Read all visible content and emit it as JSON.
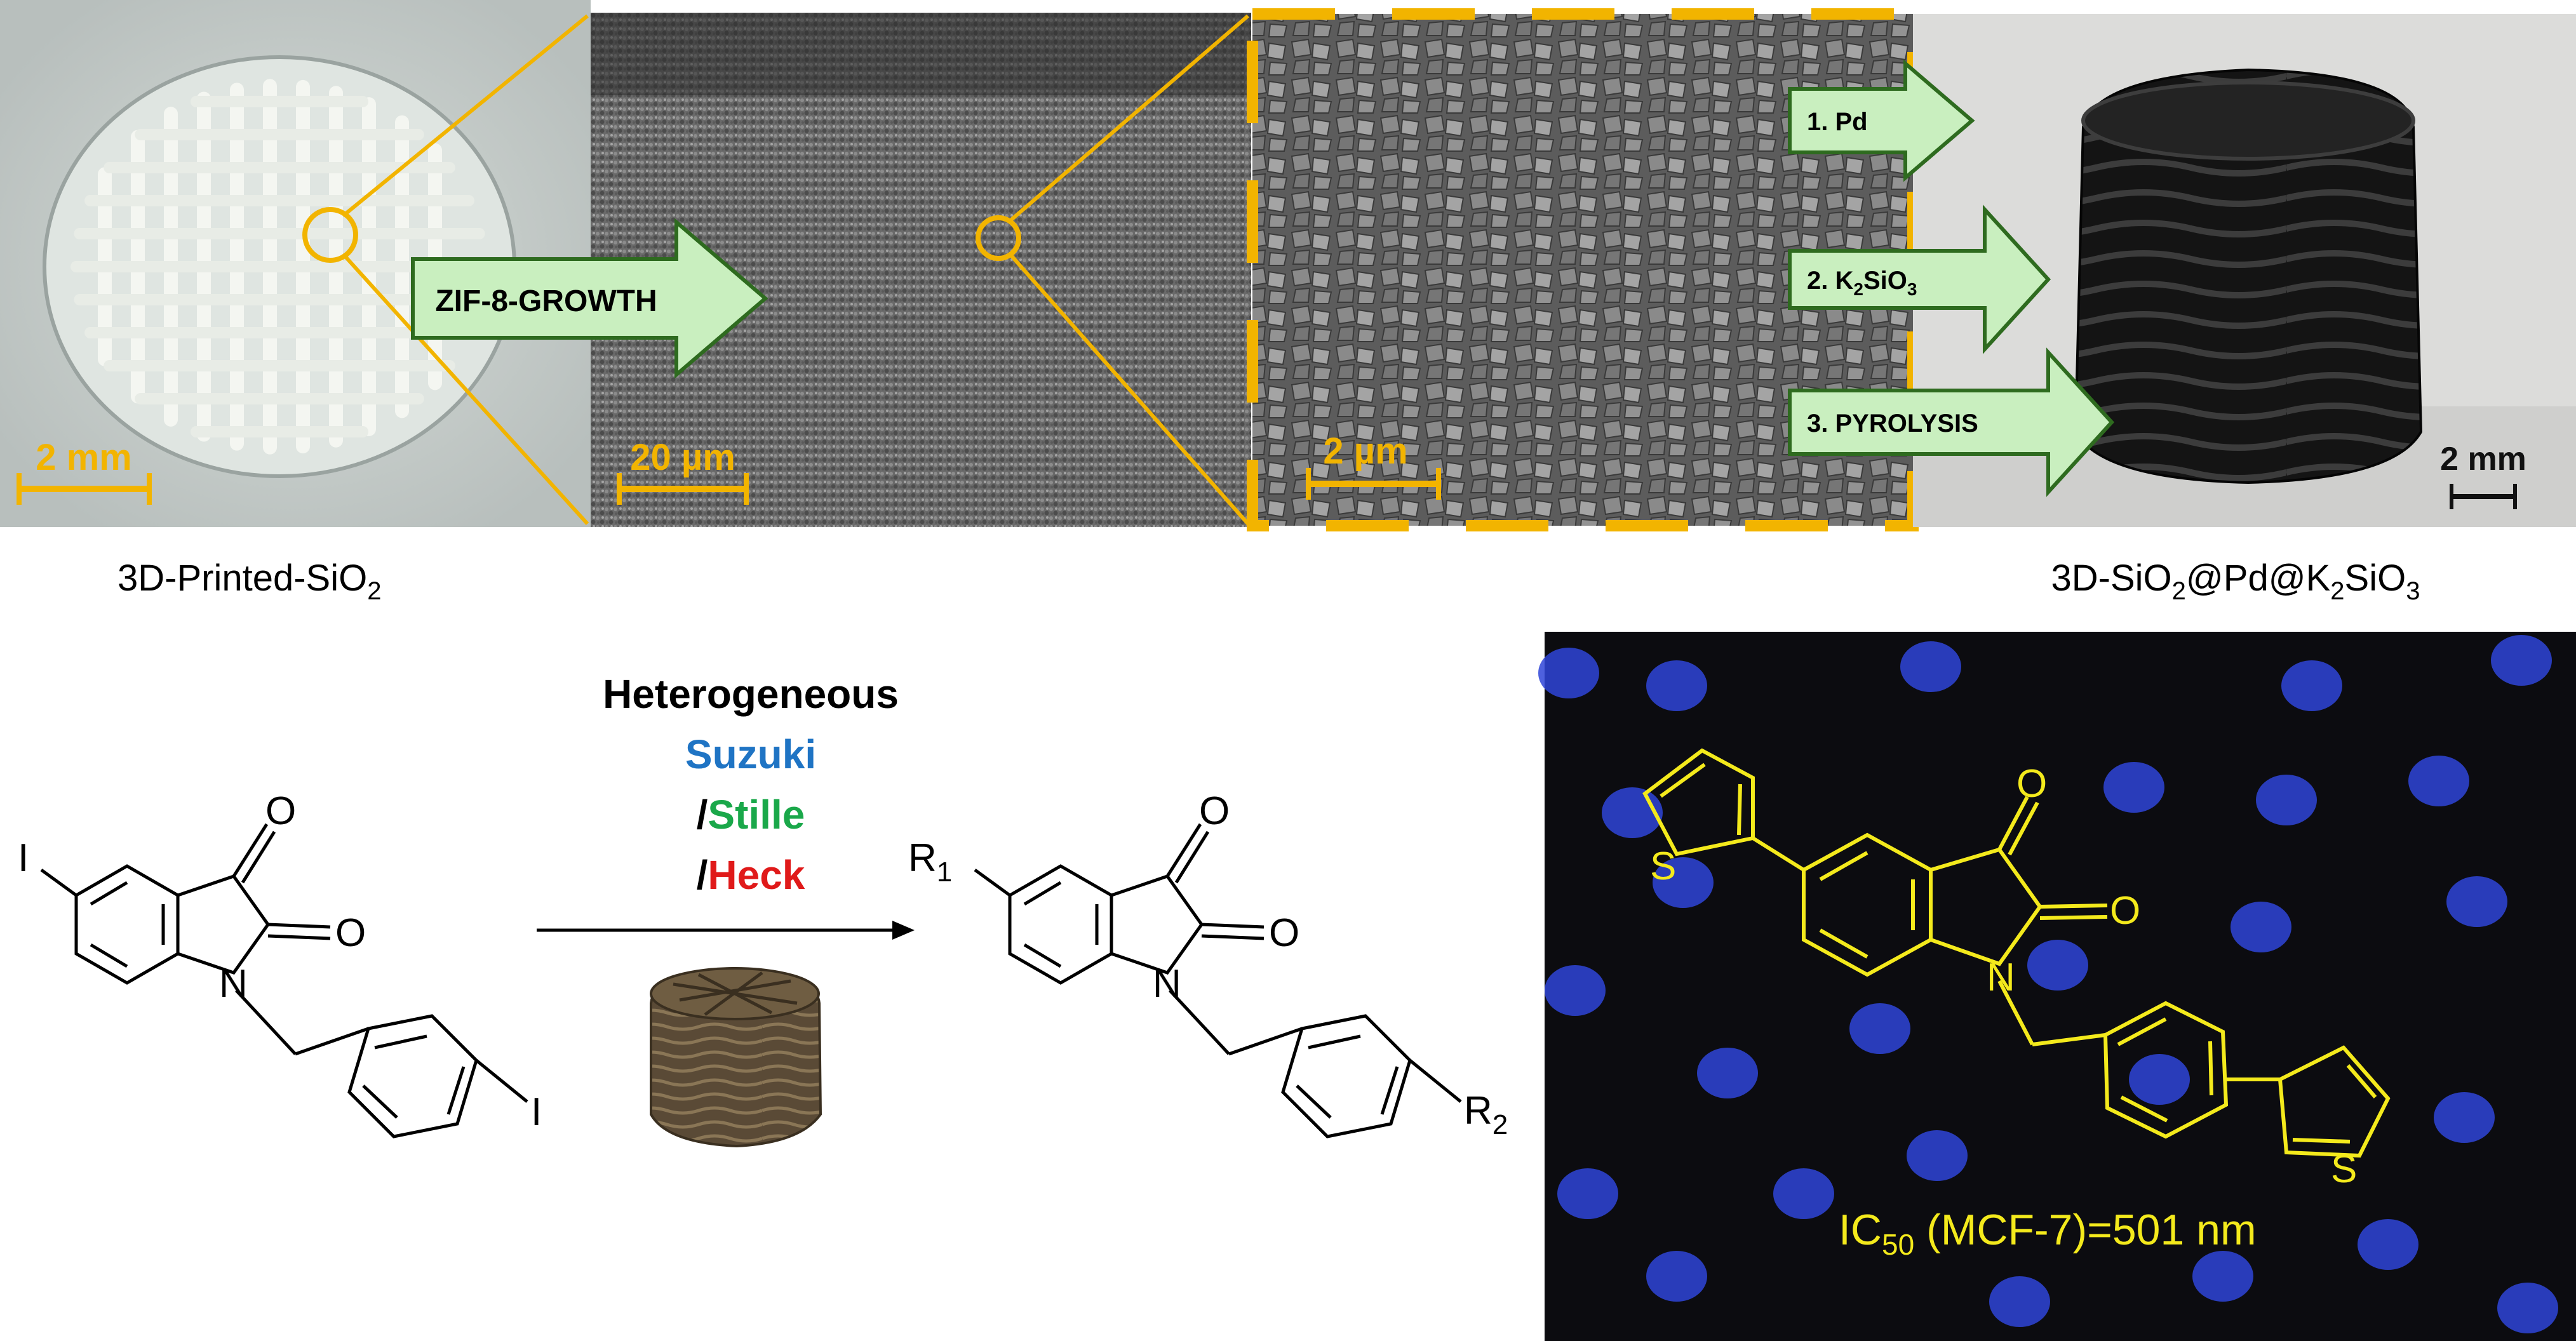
{
  "colors": {
    "accent_yellow": "#f2b400",
    "arrow_fill": "#c9efbf",
    "arrow_stroke": "#2e6b1f",
    "suzuki": "#1f74c4",
    "stille": "#1aa84a",
    "heck": "#e01a1a",
    "structure_yellow": "#f4ea1c",
    "cell_blue": "#2f45d8"
  },
  "panels": {
    "printed": {
      "scale": "2 mm",
      "caption_main": "3D-Printed-SiO",
      "caption_sub": "2"
    },
    "sem_low": {
      "scale": "20 µm",
      "arrow_label": "ZIF-8-GROWTH"
    },
    "sem_high": {
      "scale": "2 µm"
    },
    "photo": {
      "scale": "2 mm",
      "caption": {
        "a": "3D-SiO",
        "s1": "2",
        "b": "@Pd@K",
        "s2": "2",
        "c": "SiO",
        "s3": "3"
      }
    }
  },
  "steps": [
    {
      "label": "1. Pd"
    },
    {
      "pre": "2. K",
      "sub1": "2",
      "mid": "SiO",
      "sub2": "3"
    },
    {
      "label": "3. PYROLYSIS"
    }
  ],
  "reaction": {
    "heading": "Heterogeneous",
    "suzuki": "Suzuki",
    "slash": "/",
    "stille": "Stille",
    "heck": "Heck"
  },
  "reactant": {
    "i1": "I",
    "o1": "O",
    "o2": "O",
    "n": "N",
    "i2": "I"
  },
  "product": {
    "r1": "R",
    "r1sub": "1",
    "o1": "O",
    "o2": "O",
    "n": "N",
    "r2": "R",
    "r2sub": "2"
  },
  "compound": {
    "o1": "O",
    "o2": "O",
    "n": "N",
    "s1": "S",
    "s2": "S",
    "ic_main": "IC",
    "ic_sub": "50",
    "ic_rest": " (MCF-7)=501 nm"
  }
}
